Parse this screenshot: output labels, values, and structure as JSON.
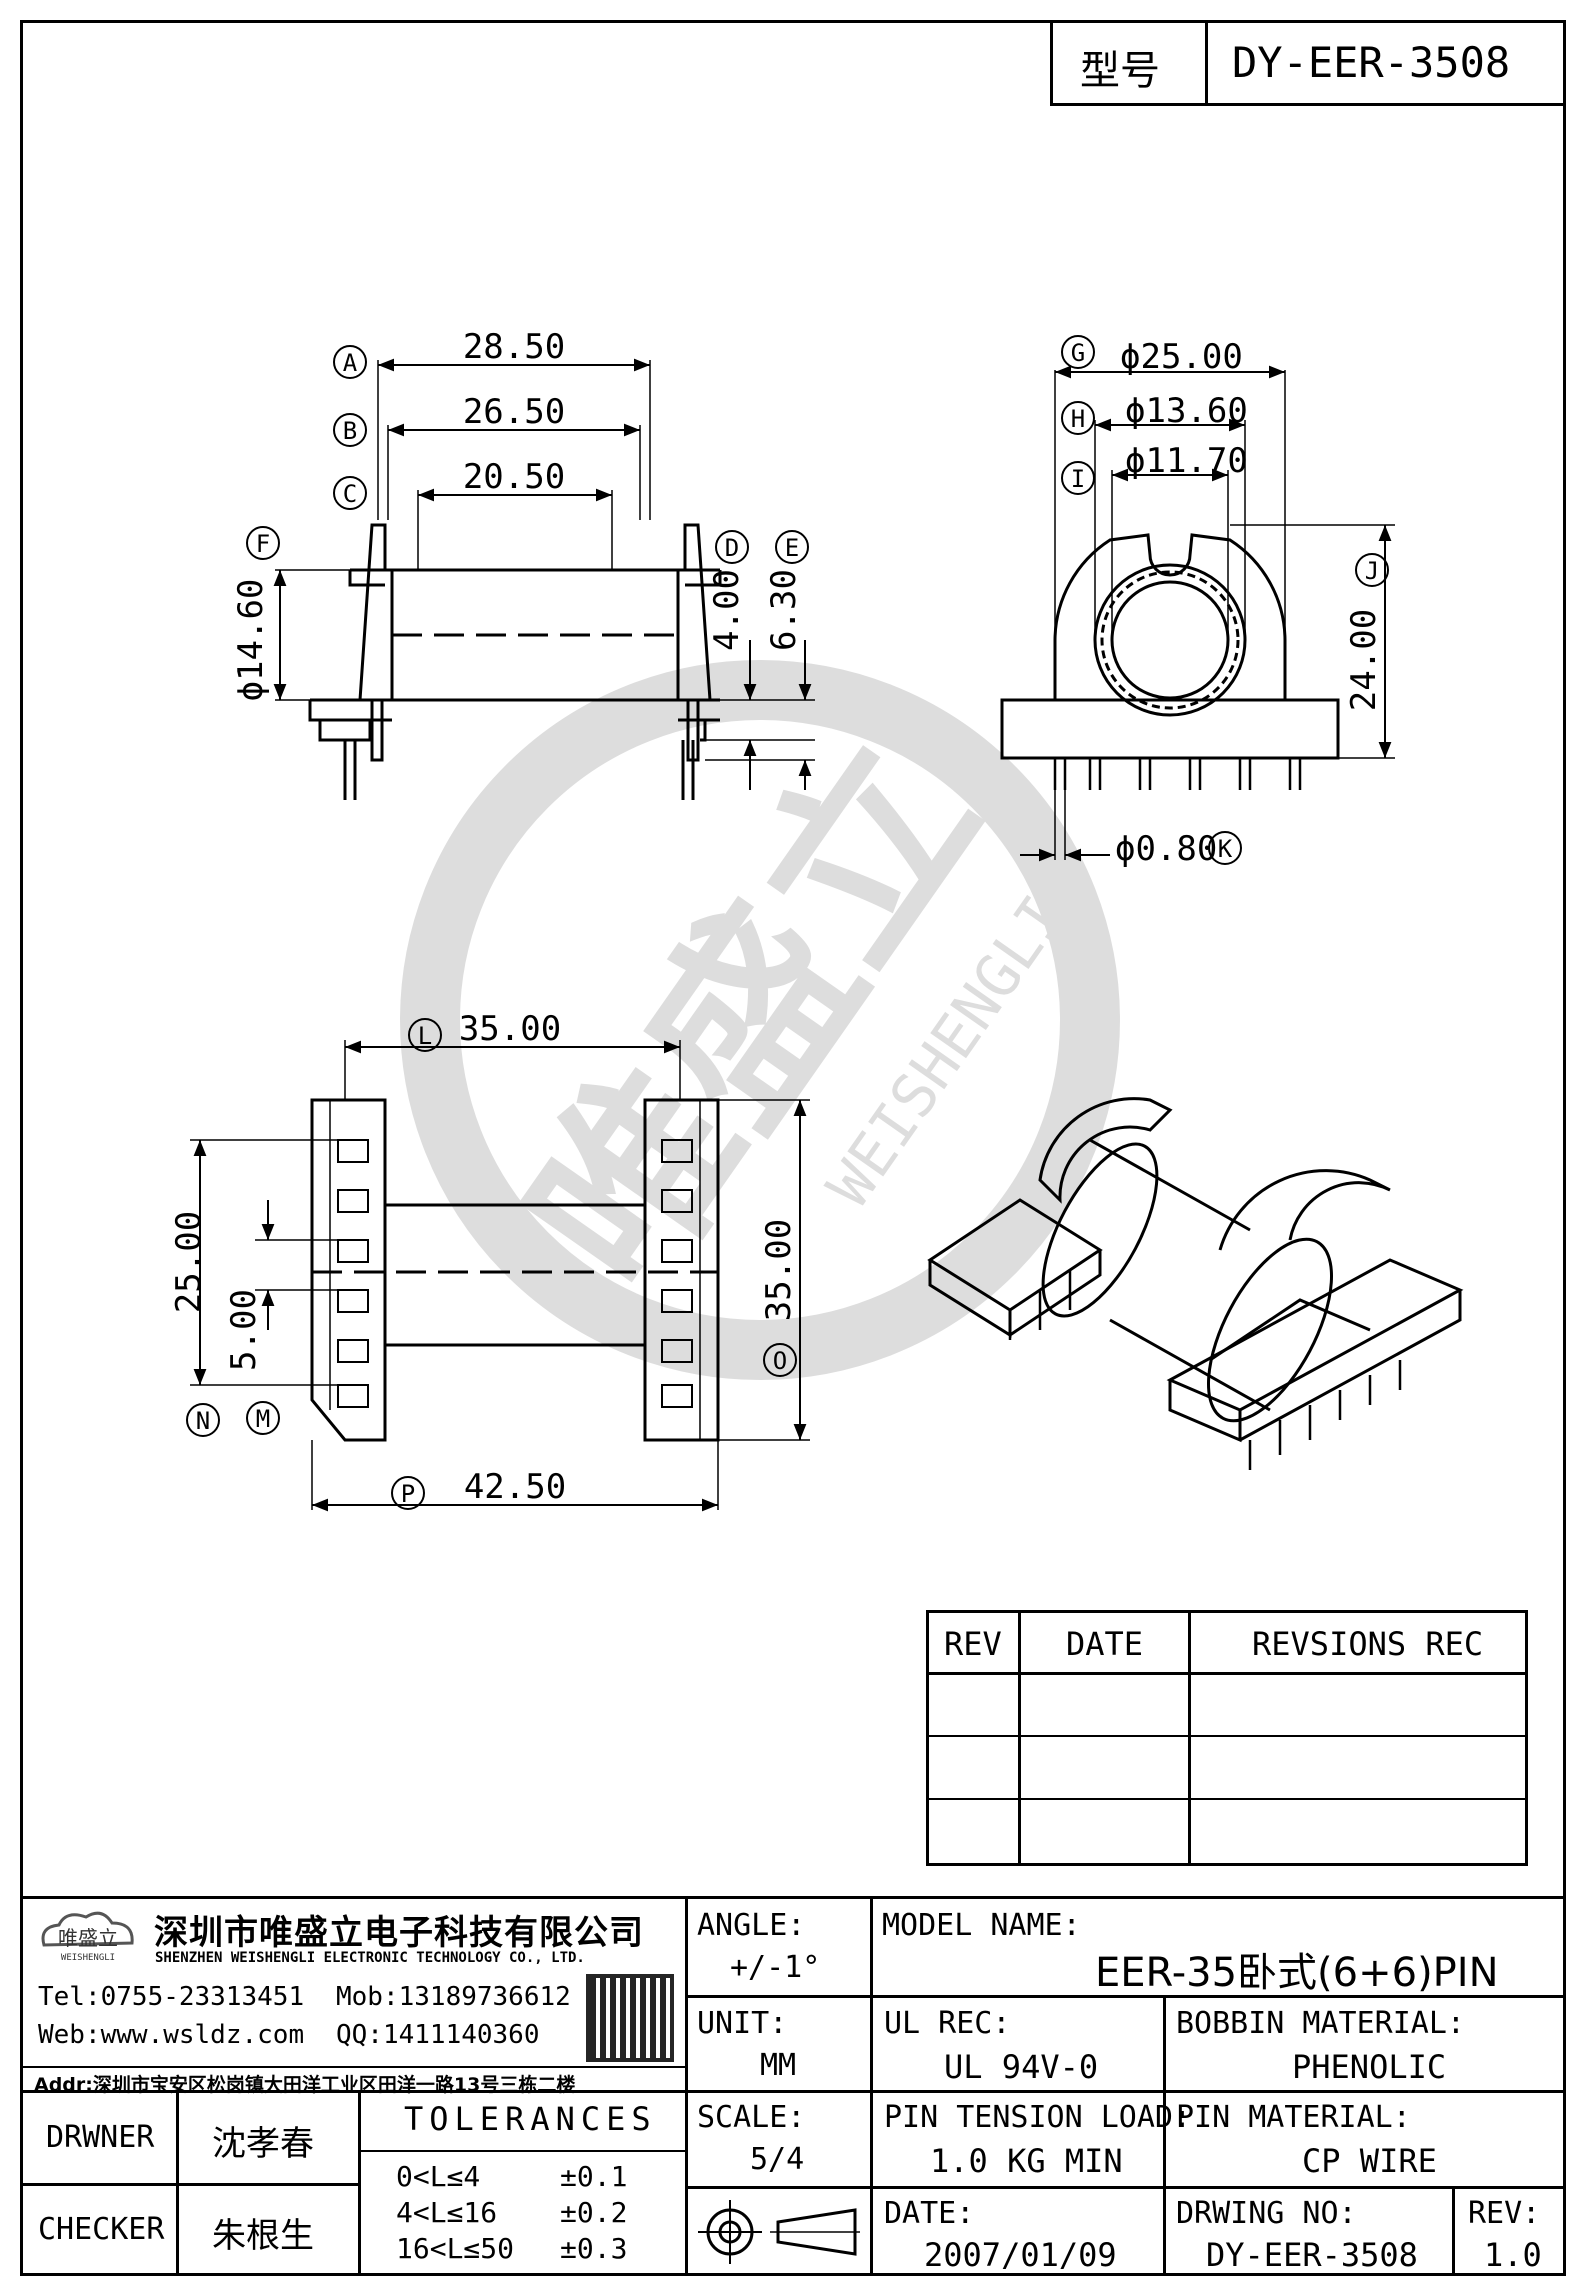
{
  "header": {
    "model_label": "型号",
    "model_no": "DY-EER-3508"
  },
  "dimensions": {
    "side_view": {
      "a": "28.50",
      "b": "26.50",
      "c": "20.50",
      "f": "ϕ14.60",
      "d": "4.00",
      "e": "6.30",
      "markers": [
        "A",
        "B",
        "C",
        "F",
        "D",
        "E"
      ]
    },
    "end_view": {
      "g": "ϕ25.00",
      "h": "ϕ13.60",
      "i": "ϕ11.70",
      "j": "24.00",
      "k": "ϕ0.80",
      "markers": [
        "G",
        "H",
        "I",
        "J",
        "K"
      ]
    },
    "bottom_view": {
      "l": "35.00",
      "n": "25.00",
      "m": "5.00",
      "o": "35.00",
      "p": "42.50",
      "markers": [
        "L",
        "N",
        "M",
        "O",
        "P"
      ]
    }
  },
  "watermark": {
    "cn": "唯盛立",
    "en": "WEISHENGLI"
  },
  "revision_table": {
    "headers": [
      "REV",
      "DATE",
      "REVSIONS REC"
    ],
    "rows": [
      [
        "",
        "",
        ""
      ],
      [
        "",
        "",
        ""
      ],
      [
        "",
        "",
        ""
      ]
    ]
  },
  "company": {
    "logo_text": "唯盛立",
    "logo_sub": "WEISHENGLI",
    "name_cn": "深圳市唯盛立电子科技有限公司",
    "name_en": "SHENZHEN WEISHENGLI ELECTRONIC TECHNOLOGY CO., LTD.",
    "tel": "Tel:0755-23313451",
    "mob": "Mob:13189736612",
    "web": "Web:www.wsldz.com",
    "qq": "QQ:1411140360",
    "addr": "Addr:深圳市宝安区松岗镇大田洋工业区田洋一路13号三栋二楼"
  },
  "title_block": {
    "angle_label": "ANGLE:",
    "angle_value": "+/-1°",
    "model_name_label": "MODEL NAME:",
    "model_name_value": "EER-35卧式(6+6)PIN",
    "unit_label": "UNIT:",
    "unit_value": "MM",
    "ul_rec_label": "UL REC:",
    "ul_rec_value": "UL 94V-0",
    "bobbin_material_label": "BOBBIN MATERIAL:",
    "bobbin_material_value": "PHENOLIC",
    "scale_label": "SCALE:",
    "scale_value": "5/4",
    "pin_tension_label": "PIN TENSION LOAD:",
    "pin_tension_value": "1.0 KG MIN",
    "pin_material_label": "PIN MATERIAL:",
    "pin_material_value": "CP WIRE",
    "date_label": "DATE:",
    "date_value": "2007/01/09",
    "drawing_no_label": "DRWING NO:",
    "drawing_no_value": "DY-EER-3508",
    "rev_label": "REV:",
    "rev_value": "1.0",
    "drawer_label": "DRWNER",
    "drawer_value": "沈孝春",
    "checker_label": "CHECKER",
    "checker_value": "朱根生",
    "tolerances_title": "TOLERANCES",
    "tolerances": [
      {
        "range": "0<L≤4",
        "tol": "±0.1"
      },
      {
        "range": "4<L≤16",
        "tol": "±0.2"
      },
      {
        "range": "16<L≤50",
        "tol": "±0.3"
      }
    ]
  }
}
